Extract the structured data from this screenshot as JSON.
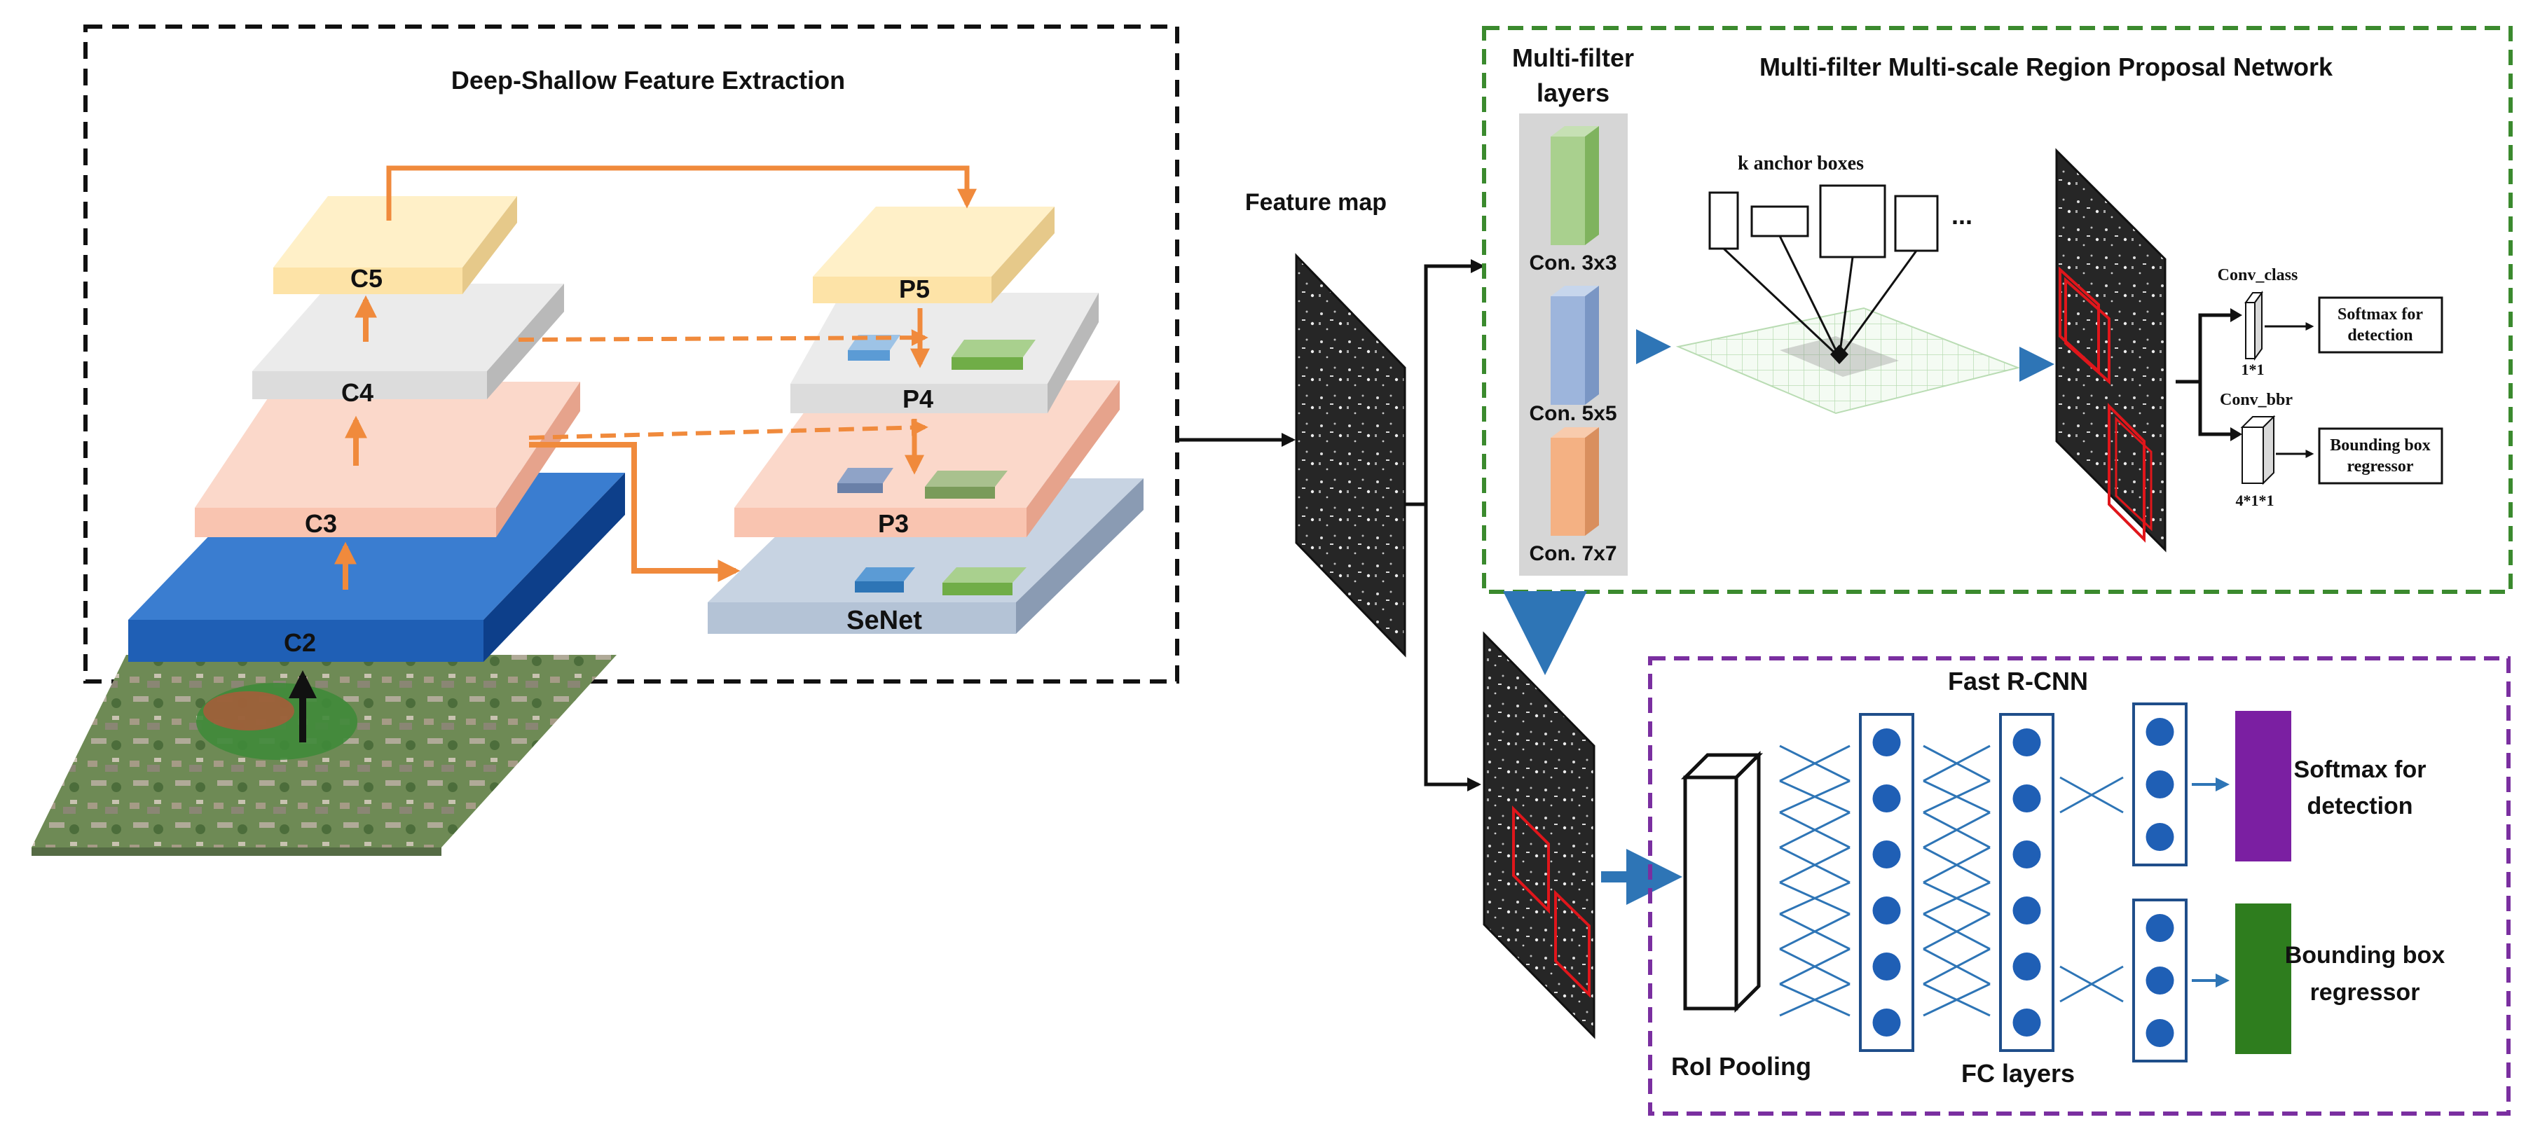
{
  "extraction": {
    "title": "Deep-Shallow Feature Extraction",
    "c_layers": [
      "C5",
      "C4",
      "C3",
      "C2"
    ],
    "p_layers": [
      "P5",
      "P4",
      "P3",
      "SeNet"
    ]
  },
  "feature_map": {
    "label": "Feature map"
  },
  "rpn": {
    "title": "Multi-filter Multi-scale Region Proposal Network",
    "filters_title_line1": "Multi-filter",
    "filters_title_line2": "layers",
    "filters": [
      "Con. 3x3",
      "Con. 5x5",
      "Con. 7x7"
    ],
    "anchors_label": "k anchor boxes",
    "ellipsis": "...",
    "conv_class_label": "Conv_class",
    "conv_class_size": "1*1",
    "conv_bbr_label": "Conv_bbr",
    "conv_bbr_size": "4*1*1",
    "softmax_line1": "Softmax for",
    "softmax_line2": "detection",
    "bbox_line1": "Bounding box",
    "bbox_line2": "regressor"
  },
  "fast_rcnn": {
    "title": "Fast R-CNN",
    "roi_label": "RoI Pooling",
    "fc_label": "FC layers",
    "softmax_line1": "Softmax for",
    "softmax_line2": "detection",
    "bbox_line1": "Bounding box",
    "bbox_line2": "regressor"
  },
  "colors": {
    "orange_arrow": "#f08a3c",
    "blue_arrow": "#2e75b6",
    "black_dash": "#111111",
    "green_dash": "#3b8a2e",
    "purple_dash": "#7a2fa0",
    "c5": "#fde3a7",
    "c4": "#dcdcdc",
    "c3": "#f9c4b0",
    "c2": "#1f5fb5",
    "senet": "#b4c3d6",
    "neuron": "#1f5fb5",
    "softmax_bar": "#7b1fa2",
    "bbox_bar": "#2e7d1e"
  }
}
